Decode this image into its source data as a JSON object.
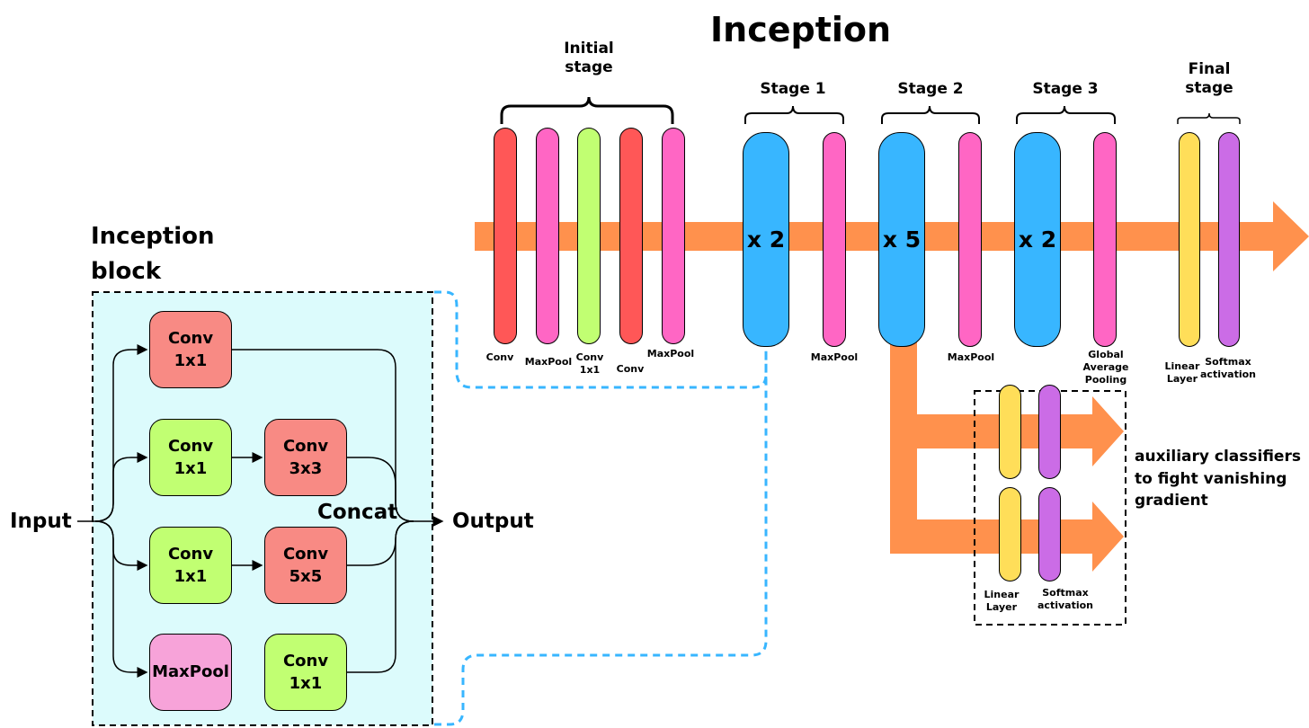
{
  "title": "Inception",
  "stages": {
    "initial": "Initial\nstage",
    "stage1": "Stage 1",
    "stage2": "Stage 2",
    "stage3": "Stage 3",
    "final": "Final\nstage"
  },
  "layers": {
    "conv1": "Conv",
    "maxpool1": "MaxPool",
    "conv1x1": "Conv\n1x1",
    "conv2": "Conv",
    "maxpool2": "MaxPool",
    "stage1_maxpool": "MaxPool",
    "stage2_maxpool": "MaxPool",
    "global_pool": "Global\nAverage\nPooling",
    "linear": "Linear\nLayer",
    "softmax": "Softmax\nactivation",
    "aux_linear": "Linear\nLayer",
    "aux_softmax": "Softmax\nactivation"
  },
  "repeats": {
    "stage1": "x 2",
    "stage2": "x 5",
    "stage3": "x 2"
  },
  "aux_note": "auxiliary classifiers\nto fight vanishing\ngradient",
  "block": {
    "title": "Inception\nblock",
    "input": "Input",
    "output": "Output",
    "concat": "Concat",
    "b1": "Conv\n1x1",
    "b2a": "Conv\n1x1",
    "b2b": "Conv\n3x3",
    "b3a": "Conv\n1x1",
    "b3b": "Conv\n5x5",
    "b4a": "MaxPool",
    "b4b": "Conv\n1x1"
  },
  "colors": {
    "arrow": "#ff914d",
    "conv": "#ff5757",
    "maxpool": "#ff66c4",
    "conv1x1": "#c1ff72",
    "inception": "#38b6ff",
    "linear": "#ffde59",
    "softmax": "#cb6ce6",
    "block_bg": "#dcfbfc",
    "link": "#38b6ff"
  }
}
